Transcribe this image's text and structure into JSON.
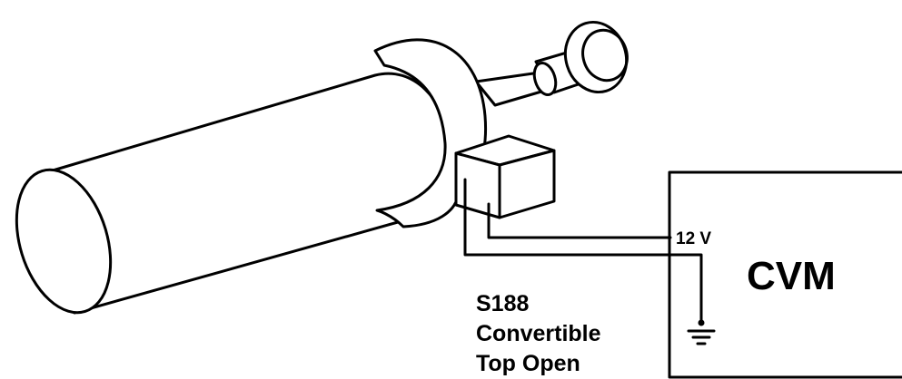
{
  "module": {
    "name": "CVM"
  },
  "wires": {
    "supply_label": "12 V"
  },
  "switch": {
    "id": "S188",
    "line2": "Convertible",
    "line3": "Top Open"
  },
  "icons": {
    "ground": "ground-symbol-icon",
    "cylinder": "hydraulic-cylinder-icon"
  }
}
